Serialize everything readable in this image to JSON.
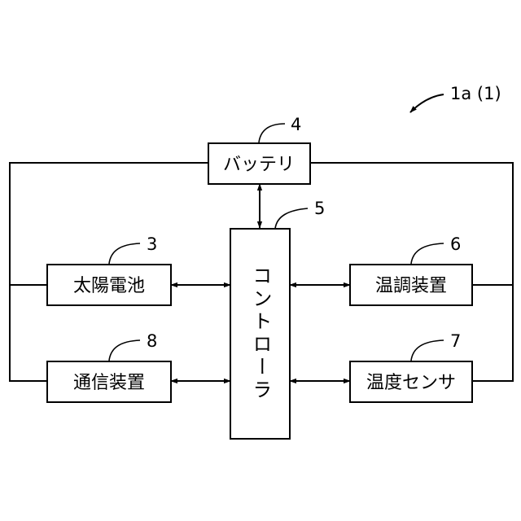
{
  "figure_ref": "1a (1)",
  "blocks": {
    "battery": {
      "label": "バッテリ",
      "ref": "4"
    },
    "controller": {
      "label": "コントローラ",
      "ref": "5"
    },
    "solar": {
      "label": "太陽電池",
      "ref": "3"
    },
    "temp_ctrl": {
      "label": "温調装置",
      "ref": "6"
    },
    "comm": {
      "label": "通信装置",
      "ref": "8"
    },
    "temp_sensor": {
      "label": "温度センサ",
      "ref": "7"
    }
  }
}
